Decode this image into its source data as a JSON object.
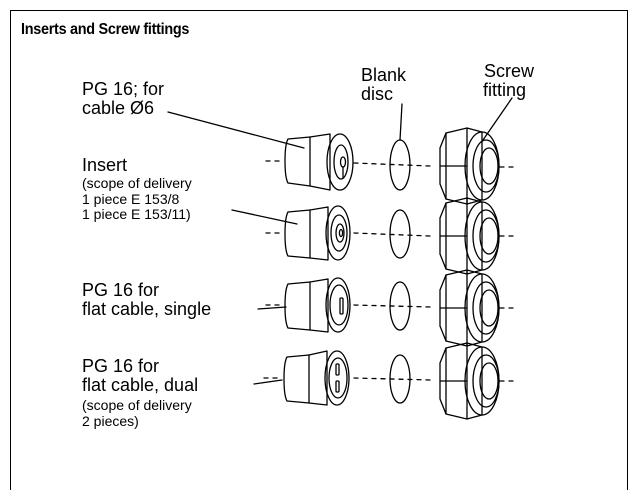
{
  "title": "Inserts and Screw fittings",
  "labels": {
    "blank_disc": [
      "Blank",
      "disc"
    ],
    "screw_fitting": [
      "Screw",
      "fitting"
    ],
    "pg16_cable": [
      "PG 16; for",
      "cable Ø6"
    ],
    "insert": [
      "Insert"
    ],
    "insert_scope": [
      "(scope of delivery",
      "1 piece E 153/8",
      "1 piece E 153/11)"
    ],
    "flat_single": [
      "PG 16 for",
      "flat cable, single"
    ],
    "flat_dual": [
      "PG 16 for",
      "flat cable, dual"
    ],
    "flat_dual_scope": [
      "(scope of delivery",
      "2 pieces)"
    ]
  }
}
